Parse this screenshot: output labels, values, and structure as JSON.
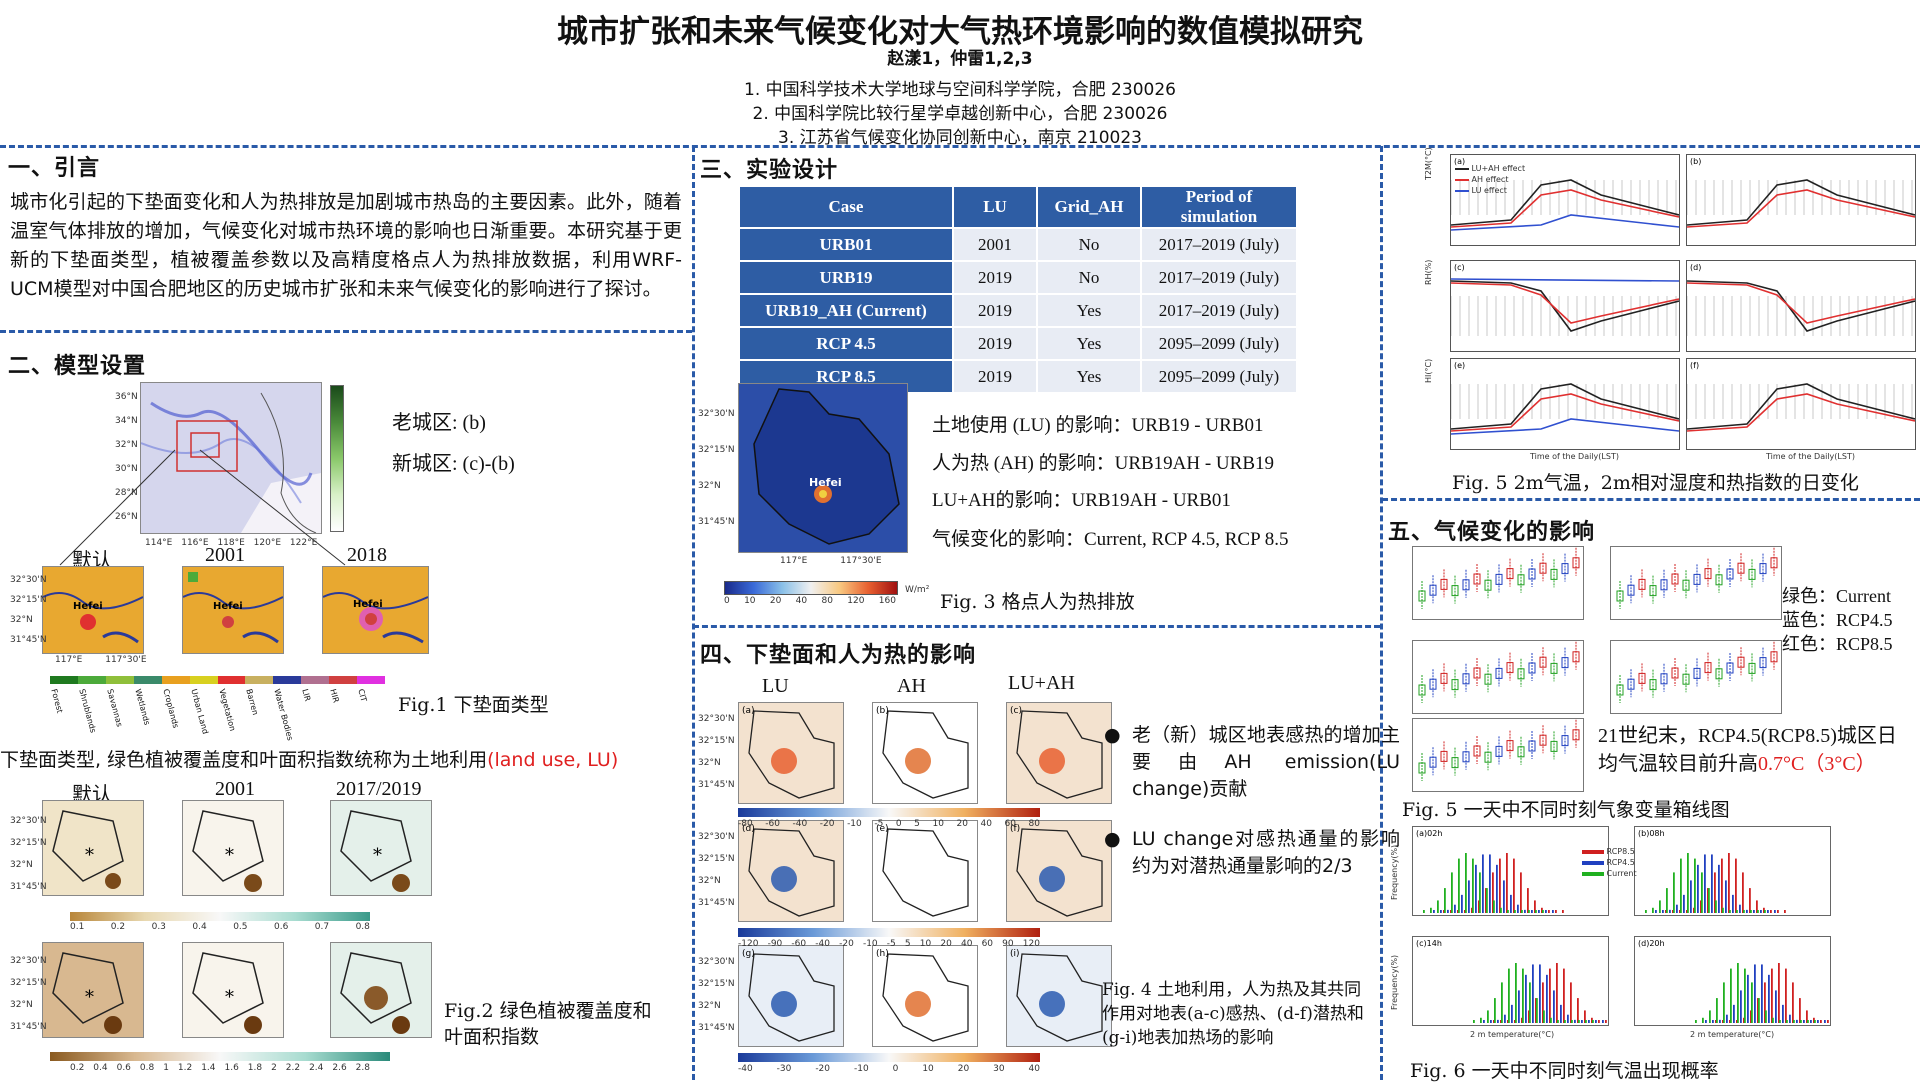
{
  "header": {
    "title": "城市扩张和未来气候变化对大气热环境影响的数值模拟研究",
    "authors": "赵漾1，仲雷1,2,3",
    "aff1": "1. 中国科学技术大学地球与空间科学学院，合肥 230026",
    "aff2": "2. 中国科学院比较行星学卓越创新中心，合肥 230026",
    "aff3": "3. 江苏省气候变化协同创新中心，南京 210023"
  },
  "sec1": {
    "title": "一、引言",
    "text": "城市化引起的下垫面变化和人为热排放是加剧城市热岛的主要因素。此外，随着温室气体排放的增加，气候变化对城市热环境的影响也日渐重要。本研究基于更新的下垫面类型，植被覆盖参数以及高精度格点人为热排放数据，利用WRF-UCM模型对中国合肥地区的历史城市扩张和未来气候变化的影响进行了探讨。"
  },
  "sec2": {
    "title": "二、模型设置",
    "old_city": "老城区: (b)",
    "new_city": "新城区: (c)-(b)",
    "panel_labels": [
      "默认",
      "2001",
      "2018"
    ],
    "fig1_caption": "Fig.1 下垫面类型",
    "lu_legend": [
      "Forest",
      "Shrublands",
      "Savannas",
      "Wetlands",
      "Croplands",
      "Urban Land",
      "Vegetation",
      "Barren",
      "Water Bodies",
      "LIR",
      "HIR",
      "CIT"
    ],
    "lu_colors": [
      "#1f7a1f",
      "#4caa3a",
      "#8fbf3a",
      "#3a8a6a",
      "#e8a020",
      "#d8d020",
      "#e03030",
      "#c8b060",
      "#2a3a9a",
      "#b07090",
      "#d04040",
      "#e030e0"
    ],
    "land_use_note": "下垫面类型, 绿色植被覆盖度和叶面积指数统称为土地利用",
    "land_use_note_red": "(land use, LU)",
    "panel_labels2": [
      "默认",
      "2001",
      "2017/2019"
    ],
    "cb1": [
      "0.1",
      "0.2",
      "0.3",
      "0.4",
      "0.5",
      "0.6",
      "0.7",
      "0.8"
    ],
    "cb2": [
      "0.2",
      "0.4",
      "0.6",
      "0.8",
      "1",
      "1.2",
      "1.4",
      "1.6",
      "1.8",
      "2",
      "2.2",
      "2.4",
      "2.6",
      "2.8"
    ],
    "fig2_caption_a": "Fig.2 绿色植被覆盖度和",
    "fig2_caption_b": "叶面积指数"
  },
  "sec3": {
    "title": "三、实验设计",
    "table": {
      "headers": [
        "Case",
        "LU",
        "Grid_AH",
        "Period of simulation"
      ],
      "rows": [
        [
          "URB01",
          "2001",
          "No",
          "2017–2019 (July)"
        ],
        [
          "URB19",
          "2019",
          "No",
          "2017–2019 (July)"
        ],
        [
          "URB19_AH (Current)",
          "2019",
          "Yes",
          "2017–2019 (July)"
        ],
        [
          "RCP 4.5",
          "2019",
          "Yes",
          "2095–2099 (July)"
        ],
        [
          "RCP 8.5",
          "2019",
          "Yes",
          "2095–2099 (July)"
        ]
      ]
    },
    "effects": [
      "土地使用 (LU) 的影响：URB19 - URB01",
      "人为热 (AH) 的影响：URB19AH - URB19",
      "LU+AH的影响：URB19AH - URB01",
      "气候变化的影响：Current, RCP 4.5, RCP 8.5"
    ],
    "map_label": "Hefei",
    "cb_ticks": [
      "0",
      "10",
      "20",
      "40",
      "80",
      "120",
      "160"
    ],
    "cb_unit": "W/m²",
    "fig3_caption": "Fig. 3 格点人为热排放"
  },
  "sec4": {
    "title": "四、下垫面和人为热的影响",
    "col_labels": [
      "LU",
      "AH",
      "LU+AH"
    ],
    "cb_a": [
      "-80",
      "-60",
      "-40",
      "-20",
      "-10",
      "-5",
      "0",
      "5",
      "10",
      "20",
      "40",
      "60",
      "80"
    ],
    "cb_b": [
      "-120",
      "-90",
      "-60",
      "-40",
      "-20",
      "-10",
      "-5",
      "5",
      "10",
      "20",
      "40",
      "60",
      "90",
      "120"
    ],
    "cb_c": [
      "-40",
      "-30",
      "-20",
      "-10",
      "0",
      "10",
      "20",
      "30",
      "40"
    ],
    "bullet1": "老（新）城区地表感热的增加主要由AH emission(LU change)贡献",
    "bullet2": "LU change对感热通量的影响约为对潜热通量影响的2/3",
    "fig4_caption": "Fig. 4 土地利用，人为热及其共同作用对地表(a-c)感热、(d-f)潜热和(g-i)地表加热场的影响"
  },
  "fig5top": {
    "legend": [
      "LU+AH effect",
      "AH effect",
      "LU effect"
    ],
    "ylabels": [
      "T2M(°C)",
      "RH(%)",
      "HI(°C)"
    ],
    "xlabel": "Time of the Daily(LST)",
    "caption": "Fig. 5 2m气温，2m相对湿度和热指数的日变化"
  },
  "sec5": {
    "title": "五、气候变化的影响",
    "legend_lines": [
      "绿色：Current",
      "蓝色：RCP4.5",
      "红色：RCP8.5"
    ],
    "conclusion_a": "21世纪末，RCP4.5(RCP8.5)城区日均气温较目前升高",
    "conclusion_red": "0.7°C（3°C）",
    "fig5_caption": "Fig. 5 一天中不同时刻气象变量箱线图",
    "hist_legend": [
      "RCP8.5",
      "RCP4.5",
      "Current"
    ],
    "hist_xlabel": "2 m temperature(°C)",
    "hist_ylabel": "Frequency(%)",
    "hist_panels": [
      "(a)02h",
      "(b)08h",
      "(c)14h",
      "(d)20h"
    ],
    "fig6_caption": "Fig. 6 一天中不同时刻气温出现概率"
  }
}
